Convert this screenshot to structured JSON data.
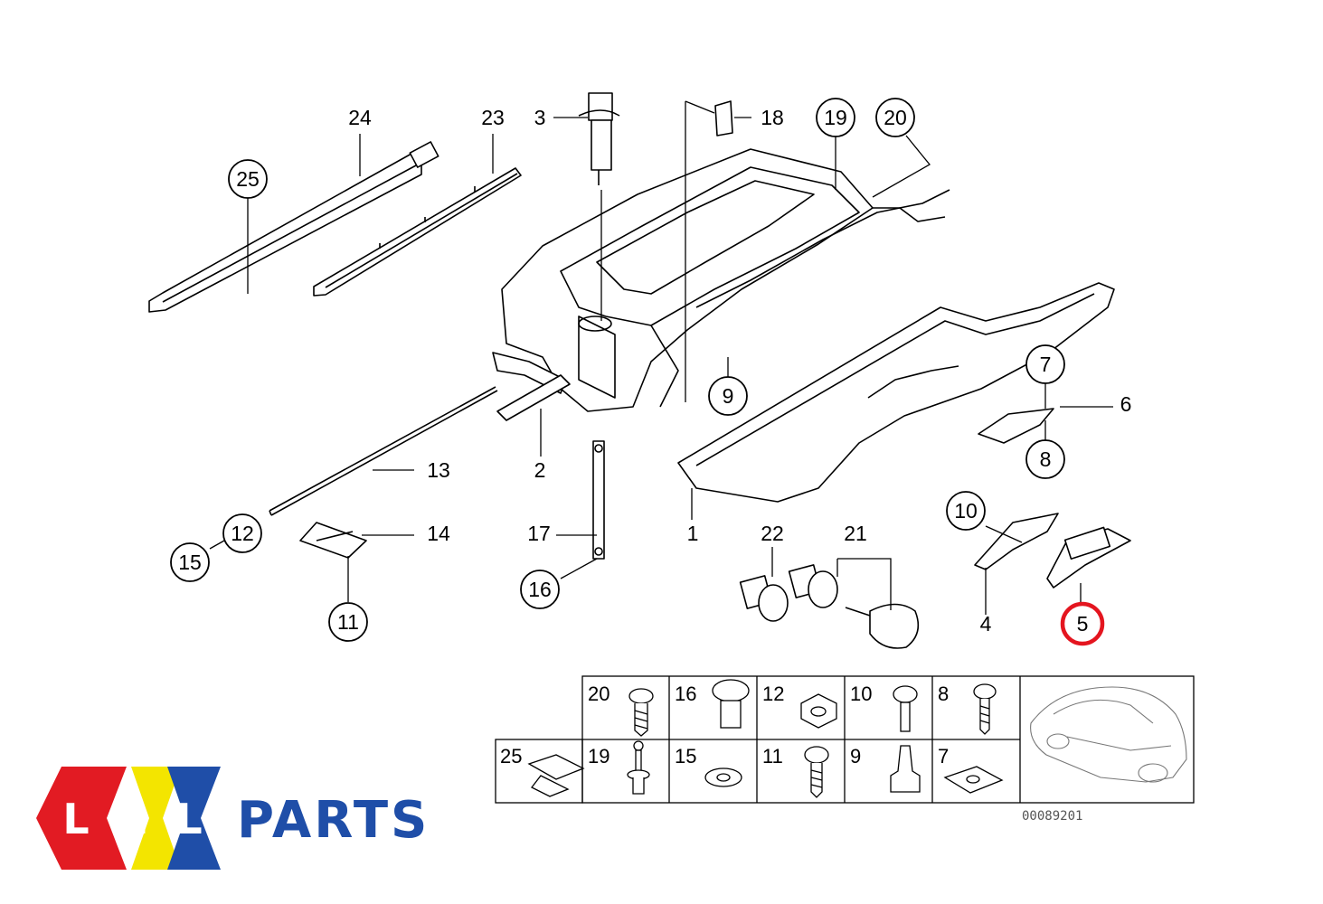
{
  "diagram": {
    "callouts": {
      "c1": "1",
      "c2": "2",
      "c3": "3",
      "c4": "4",
      "c5": "5",
      "c6": "6",
      "c7": "7",
      "c8": "8",
      "c9": "9",
      "c10": "10",
      "c11": "11",
      "c12": "12",
      "c13": "13",
      "c14": "14",
      "c15": "15",
      "c16": "16",
      "c17": "17",
      "c18": "18",
      "c19": "19",
      "c20": "20",
      "c21": "21",
      "c22": "22",
      "c23": "23",
      "c24": "24",
      "c25": "25"
    },
    "highlight_color": "#e4151f",
    "grid": {
      "r1c1": "20",
      "r1c2": "16",
      "r1c3": "12",
      "r1c4": "10",
      "r1c5": "8",
      "r2c0": "25",
      "r2c1": "19",
      "r2c2": "15",
      "r2c3": "11",
      "r2c4": "9",
      "r2c5": "7"
    },
    "diagram_code": "00089201"
  },
  "logo": {
    "letters": [
      "L",
      "L",
      "L"
    ],
    "word": "PARTS",
    "colors": {
      "red": "#e21b23",
      "yellow": "#f3e500",
      "blue": "#1f4ea8",
      "text": "#1f4ea8"
    }
  }
}
